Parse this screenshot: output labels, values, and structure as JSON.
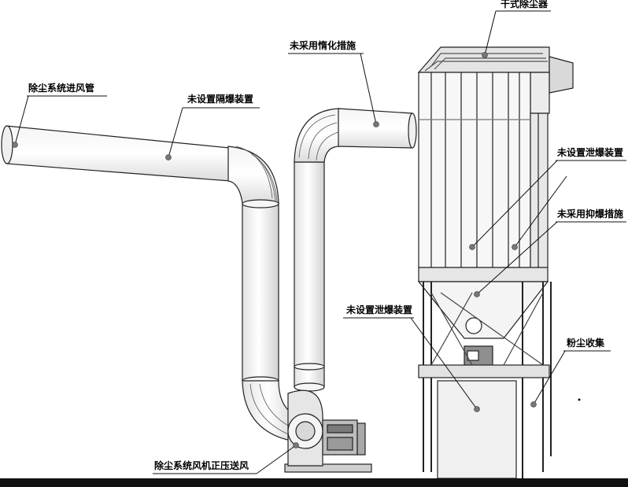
{
  "labels": {
    "dryCollector": "干式除尘器",
    "noInerting": "未采用惰化措施",
    "inletDuct": "除尘系统进风管",
    "noIsolation": "未设置隔爆装置",
    "noVent1": "未设置泄爆装置",
    "noSuppression": "未采用抑爆措施",
    "noVent2": "未设置泄爆装置",
    "dustCollection": "粉尘收集",
    "fanPositive": "除尘系统风机正压送风"
  },
  "colors": {
    "line": "#111111",
    "dot": "#777777",
    "background": "#ffffff"
  }
}
